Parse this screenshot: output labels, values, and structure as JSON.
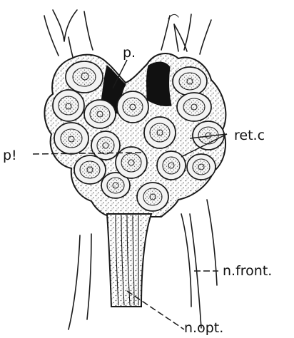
{
  "labels": {
    "p": "p.",
    "p_prime": "p!",
    "ret_c": "ret.c",
    "n_front": "n.front.",
    "n_opt": "n.opt."
  },
  "colors": {
    "ink": "#1a1a1a",
    "paper": "#ffffff",
    "pigment": "#111111"
  }
}
